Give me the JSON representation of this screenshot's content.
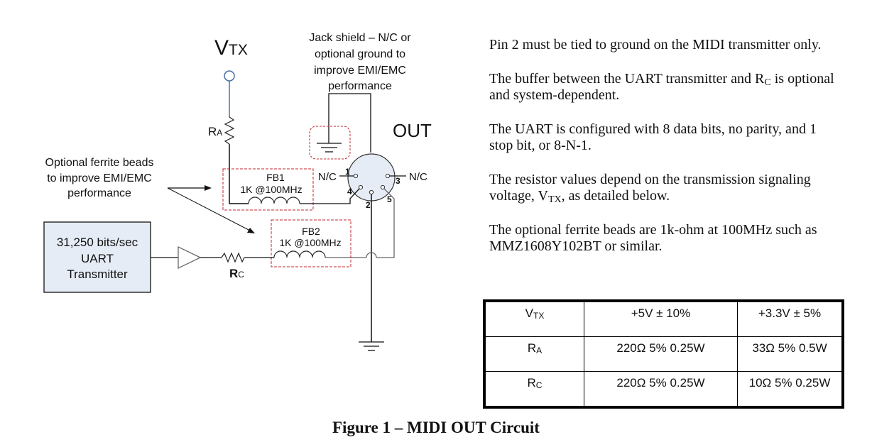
{
  "diagram": {
    "vtx_label": {
      "main": "V",
      "sub": "TX"
    },
    "jack_shield_note": [
      "Jack shield – N/C or",
      "optional ground to",
      "improve EMI/EMC",
      "performance"
    ],
    "connector_label": "OUT",
    "ra_label": {
      "main": "R",
      "sub": "A"
    },
    "rc_label": {
      "main": "R",
      "sub": "C"
    },
    "ferrite_note": [
      "Optional ferrite beads",
      "to improve EMI/EMC",
      "performance"
    ],
    "fb1": {
      "name": "FB1",
      "value": "1K @100MHz"
    },
    "fb2": {
      "name": "FB2",
      "value": "1K @100MHz"
    },
    "uart_box": [
      "31,250 bits/sec",
      "UART",
      "Transmitter"
    ],
    "pins": {
      "p1": "1",
      "p2": "2",
      "p3": "3",
      "p4": "4",
      "p5": "5"
    },
    "nc_left": "N/C",
    "nc_right": "N/C",
    "colors": {
      "vtx_wire": "#4a6fa5",
      "dashed_box": "#c0262c",
      "uart_fill": "#e6ecf6",
      "connector_fill": "#e6ecf6"
    }
  },
  "notes": {
    "p1": "Pin 2 must be tied to ground on the MIDI transmitter only.",
    "p2_pre": "The buffer between the UART transmitter and R",
    "p2_sub": "C",
    "p2_post": " is optional and system-dependent.",
    "p3": "The UART is configured with 8 data bits, no parity, and 1 stop bit, or 8-N-1.",
    "p4_pre": "The resistor values depend on the transmission signaling voltage, V",
    "p4_sub": "TX",
    "p4_post": ", as detailed below.",
    "p5": "The optional ferrite beads are 1k-ohm at 100MHz such as MMZ1608Y102BT or similar."
  },
  "table": {
    "rows": [
      {
        "label": "V",
        "label_sub": "TX",
        "v5": "+5V ± 10%",
        "v33": "+3.3V ± 5%"
      },
      {
        "label": "R",
        "label_sub": "A",
        "v5": "220Ω 5% 0.25W",
        "v33": "33Ω 5% 0.5W"
      },
      {
        "label": "R",
        "label_sub": "C",
        "v5": "220Ω 5% 0.25W",
        "v33": "10Ω 5% 0.25W"
      }
    ]
  },
  "caption": "Figure 1 – MIDI OUT Circuit"
}
